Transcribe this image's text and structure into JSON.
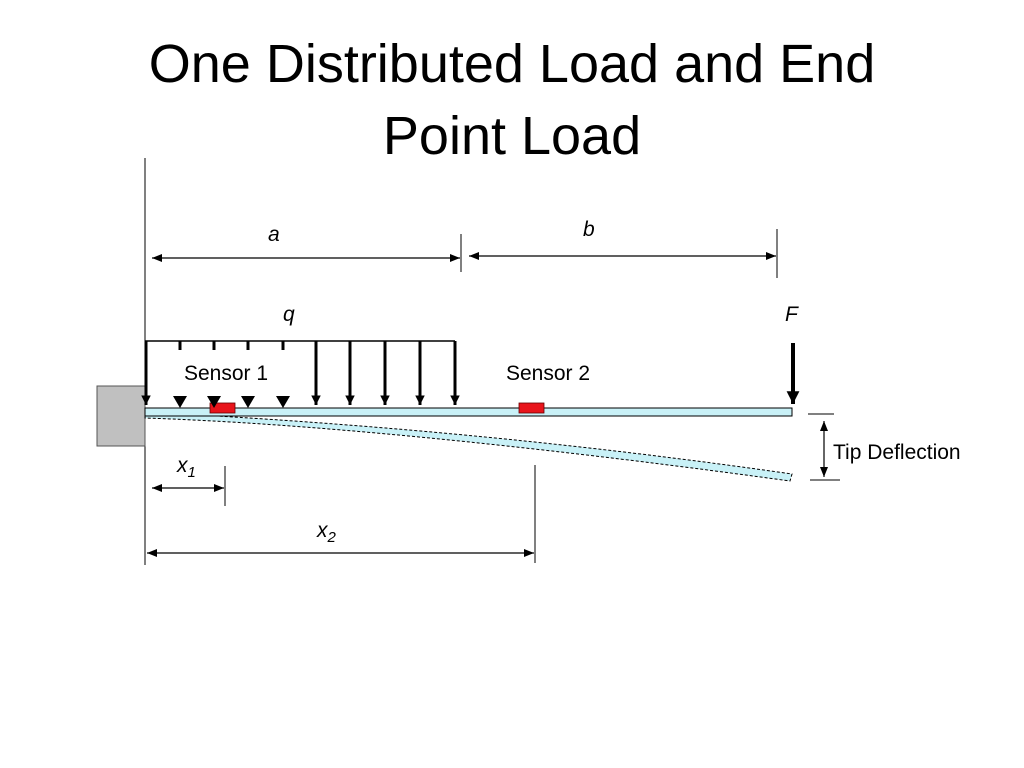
{
  "title": {
    "line1": "One Distributed Load and End",
    "line2": "Point Load"
  },
  "labels": {
    "dim_a": "a",
    "dim_b": "b",
    "load_q": "q",
    "force_f": "F",
    "sensor1": "Sensor 1",
    "sensor2": "Sensor 2",
    "x1_base": "x",
    "x1_sub": "1",
    "x2_base": "x",
    "x2_sub": "2",
    "tip_deflection": "Tip Deflection"
  },
  "colors": {
    "beam_fill": "#c9f1f7",
    "sensor": "#e8141b",
    "wall": "#c0c0c0"
  }
}
